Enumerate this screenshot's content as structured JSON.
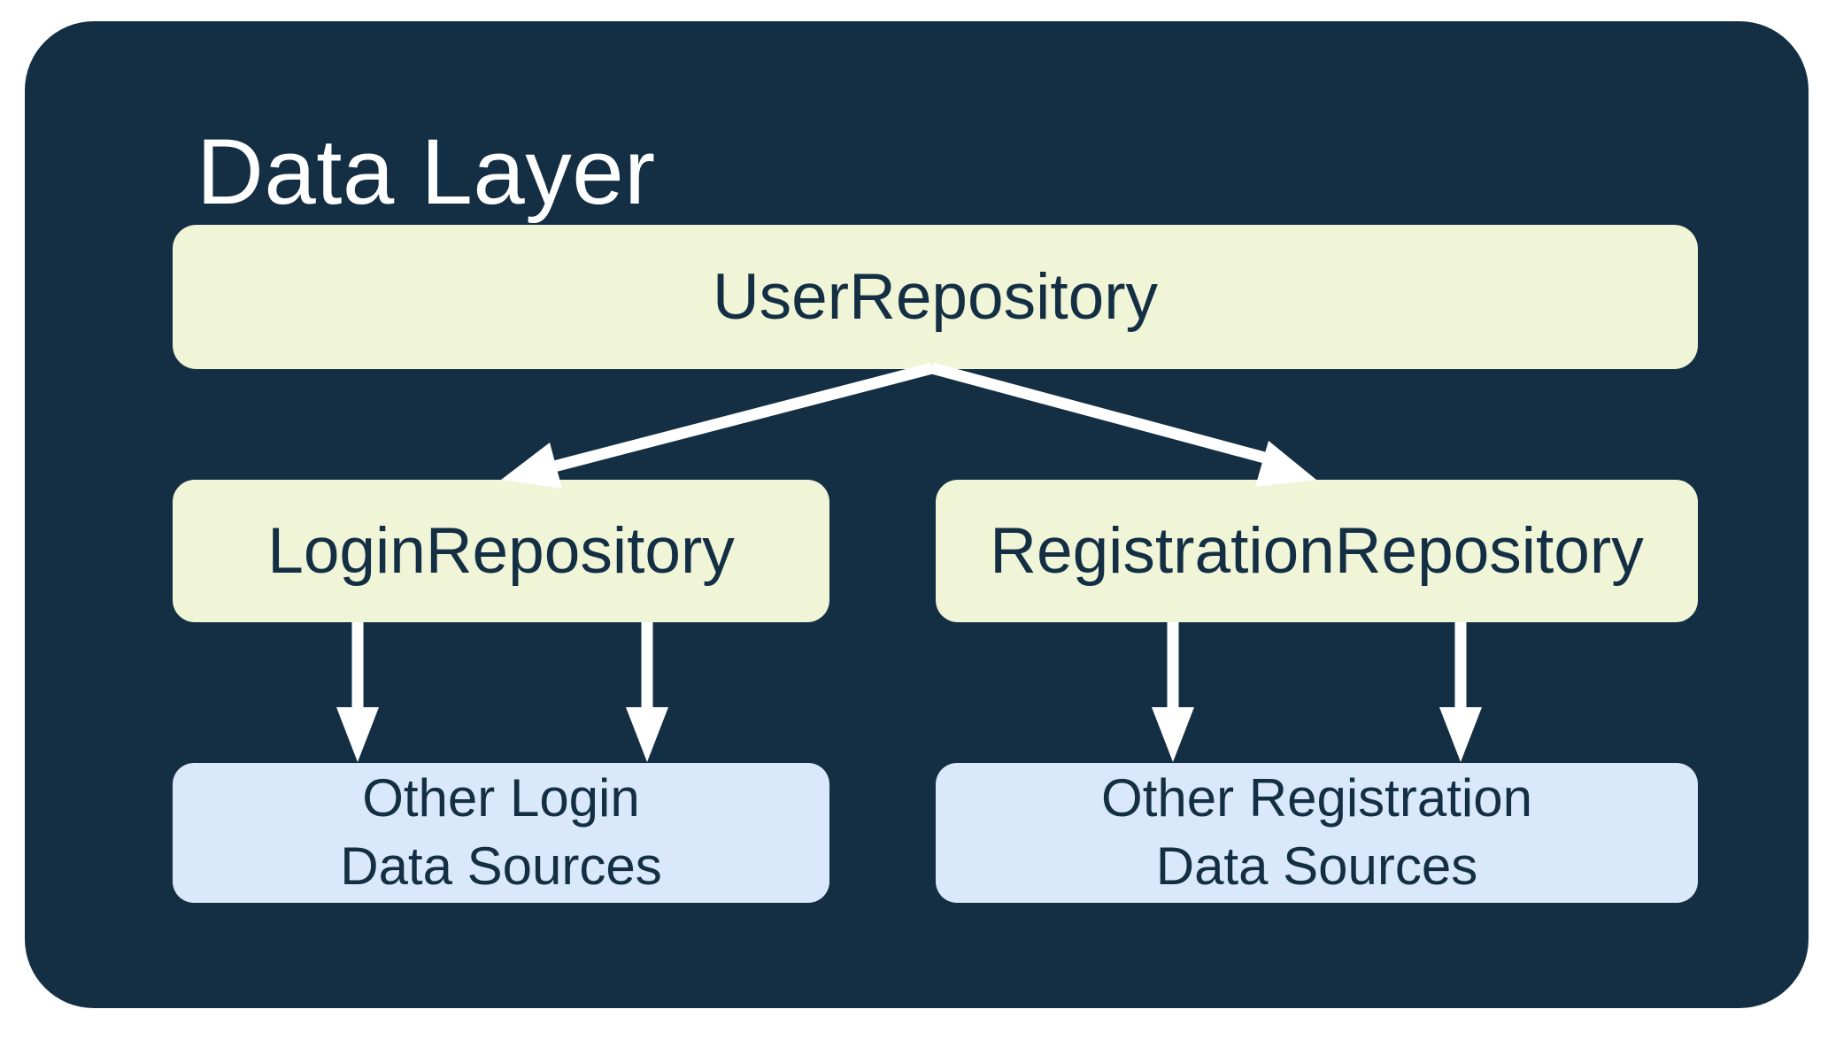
{
  "colors": {
    "page_bg": "#FFFFFF",
    "container_bg": "#142F44",
    "repository_box_bg": "#EFF5D6",
    "datasource_box_bg": "#D9E9FB",
    "node_text": "#142F44",
    "title_text": "#FFFFFF",
    "arrow": "#FFFFFF"
  },
  "container": {
    "title": "Data Layer"
  },
  "nodes": {
    "user_repository": {
      "label": "UserRepository"
    },
    "login_repository": {
      "label": "LoginRepository"
    },
    "registration_repository": {
      "label": "RegistrationRepository"
    },
    "other_login_data_sources": {
      "lines": [
        "Other Login",
        "Data Sources"
      ]
    },
    "other_registration_data_sources": {
      "lines": [
        "Other Registration",
        "Data Sources"
      ]
    }
  },
  "edges": [
    {
      "from": "UserRepository",
      "to": "LoginRepository"
    },
    {
      "from": "UserRepository",
      "to": "RegistrationRepository"
    },
    {
      "from": "LoginRepository",
      "to": "Other Login Data Sources"
    },
    {
      "from": "LoginRepository",
      "to": "Other Login Data Sources"
    },
    {
      "from": "RegistrationRepository",
      "to": "Other Registration Data Sources"
    },
    {
      "from": "RegistrationRepository",
      "to": "Other Registration Data Sources"
    }
  ]
}
